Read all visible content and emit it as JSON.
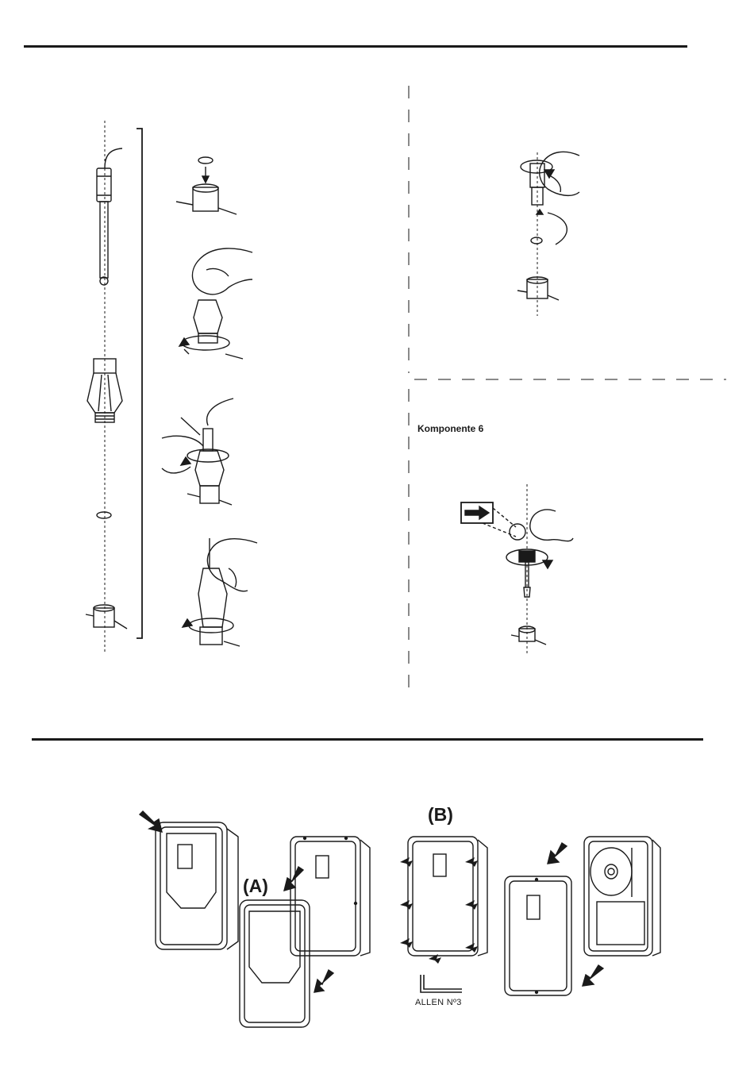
{
  "labels": {
    "component": "Komponente 6",
    "variant_a": "(A)",
    "variant_b": "(B)",
    "tool": "ALLEN Nº3"
  },
  "colors": {
    "ink": "#1a1a1a",
    "dash": "#8a8a8a"
  }
}
